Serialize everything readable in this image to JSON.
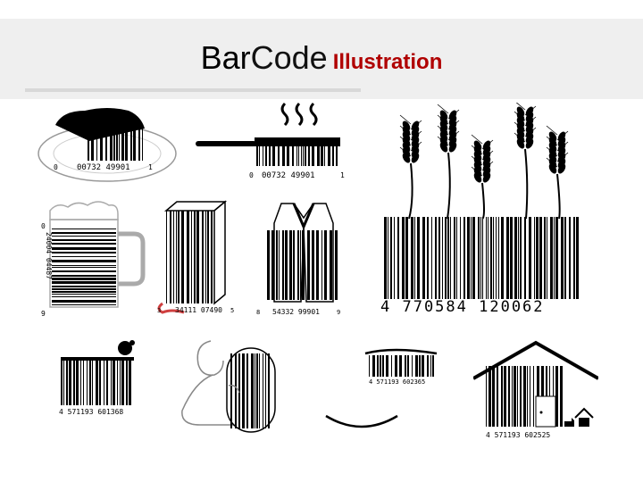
{
  "title": {
    "part1": "Bar",
    "part2": "Code",
    "part3": "Illustration"
  },
  "colors": {
    "accent_red": "#b00000",
    "band": "#efefef",
    "ink": "#000000"
  },
  "illustrations": [
    {
      "icon": "pie-slice-on-plate",
      "code": "00732 49901",
      "lead": "0",
      "tail": "1"
    },
    {
      "icon": "steaming-frying-pan",
      "code": "00732 49901",
      "lead": "0",
      "tail": "1"
    },
    {
      "icon": "beer-mug",
      "code": "24004 04487",
      "lead": "0",
      "tail": "9"
    },
    {
      "icon": "book",
      "code": "34111 07490",
      "lead": "3",
      "tail": "5"
    },
    {
      "icon": "vest",
      "code": "54332 99901",
      "lead": "8",
      "tail": "9"
    },
    {
      "icon": "wheat-field",
      "code": "4 770584 120062"
    },
    {
      "icon": "bath-girl",
      "code": "4 571193 601368"
    },
    {
      "icon": "woman-sleeping",
      "code": ""
    },
    {
      "icon": "closed-eyes",
      "code": "4 571193 602365"
    },
    {
      "icon": "house-with-dog",
      "code": "4 571193 602525"
    }
  ]
}
